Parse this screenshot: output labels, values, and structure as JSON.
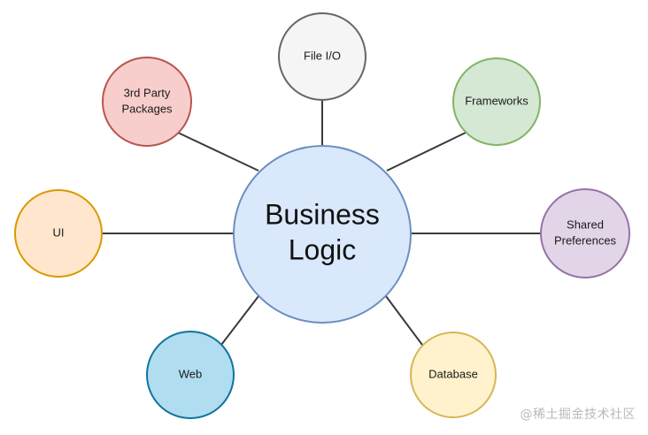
{
  "center": {
    "name": "business-logic",
    "lines": [
      "Business",
      "Logic"
    ],
    "fill": "#dae8fc",
    "stroke": "#6c8ebf"
  },
  "nodes": [
    {
      "name": "file-io",
      "lines": [
        "File I/O"
      ],
      "fill": "#f5f5f5",
      "stroke": "#666666"
    },
    {
      "name": "frameworks",
      "lines": [
        "Frameworks"
      ],
      "fill": "#d5e8d4",
      "stroke": "#82b366"
    },
    {
      "name": "shared-preferences",
      "lines": [
        "Shared",
        "Preferences"
      ],
      "fill": "#e1d5e7",
      "stroke": "#9673a6"
    },
    {
      "name": "database",
      "lines": [
        "Database"
      ],
      "fill": "#fff2cc",
      "stroke": "#d6b656"
    },
    {
      "name": "web",
      "lines": [
        "Web"
      ],
      "fill": "#b1ddf0",
      "stroke": "#10739e"
    },
    {
      "name": "ui",
      "lines": [
        "UI"
      ],
      "fill": "#ffe6cc",
      "stroke": "#d79b00"
    },
    {
      "name": "3rd-party-packages",
      "lines": [
        "3rd Party",
        "Packages"
      ],
      "fill": "#f8cecc",
      "stroke": "#b85450"
    }
  ],
  "watermark": "@稀土掘金技术社区"
}
